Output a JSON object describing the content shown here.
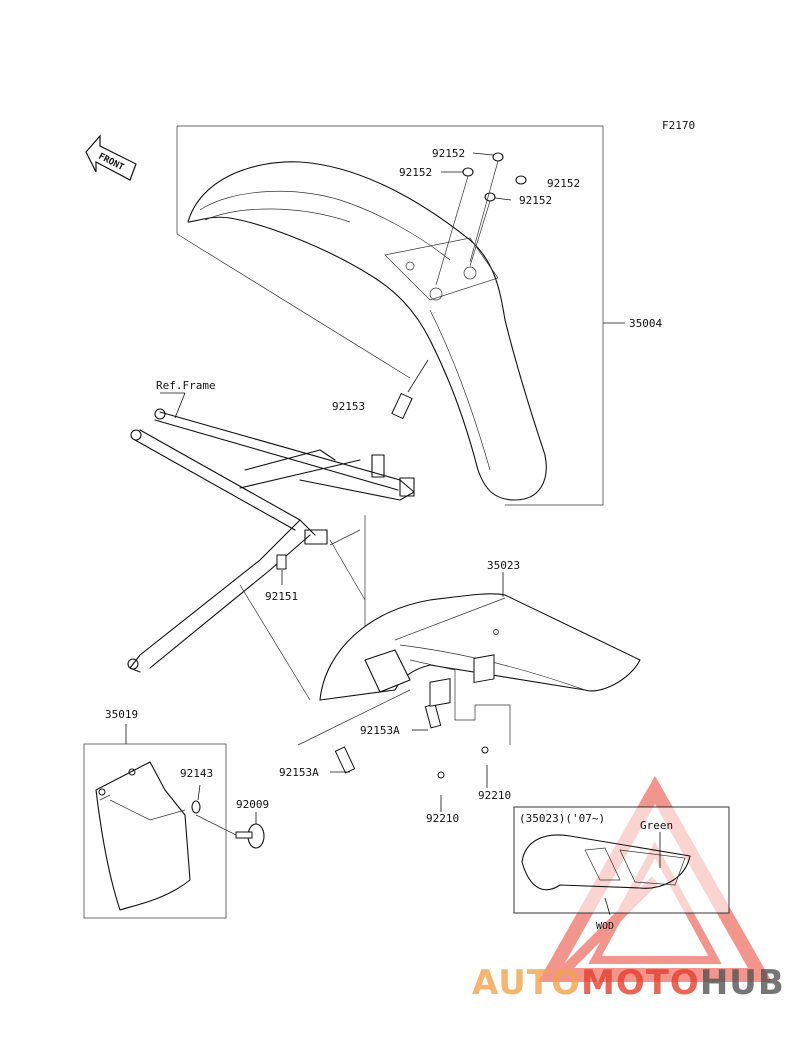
{
  "figure_code": "F2170",
  "front_arrow_label": "FRONT",
  "ref_frame_label": "Ref.Frame",
  "parts": {
    "p35004": "35004",
    "p35023": "35023",
    "p35019": "35019",
    "p92152_a": "92152",
    "p92152_b": "92152",
    "p92152_c": "92152",
    "p92152_d": "92152",
    "p92153": "92153",
    "p92151": "92151",
    "p92153A_a": "92153A",
    "p92153A_b": "92153A",
    "p92210_a": "92210",
    "p92210_b": "92210",
    "p92143": "92143",
    "p92009": "92009"
  },
  "inset": {
    "title": "(35023)('07~)",
    "color_label": "Green",
    "bottom_label": "WOD"
  },
  "watermark": {
    "text_part1": "AUTO",
    "text_part2": "MOTO",
    "text_part3": "HUB",
    "color_orange": "#f4a24a",
    "color_red": "#e8402f",
    "color_gray": "#555555"
  }
}
